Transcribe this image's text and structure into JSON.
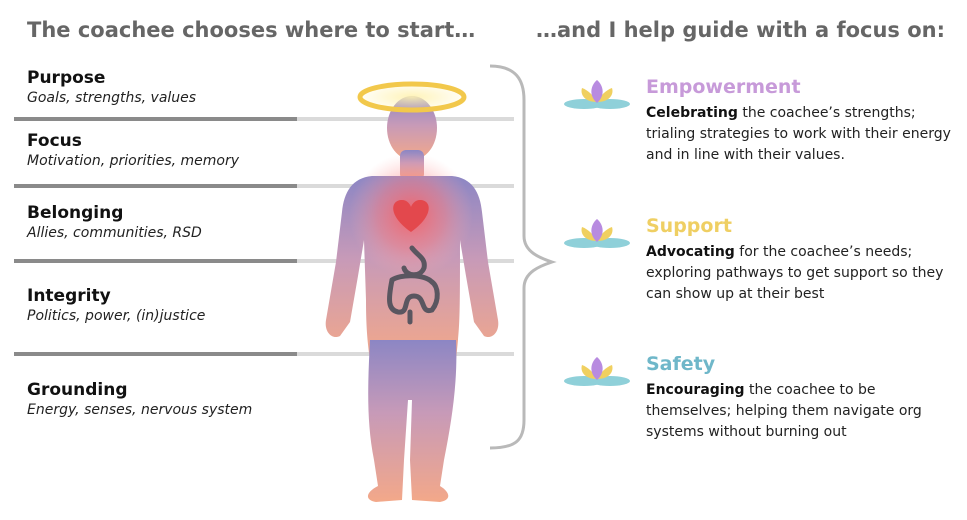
{
  "headings": {
    "left": "The coachee chooses where to start…",
    "right": "…and I help guide with a focus on:"
  },
  "levels": [
    {
      "title": "Purpose",
      "subtitle": "Goals, strengths, values"
    },
    {
      "title": "Focus",
      "subtitle": "Motivation, priorities, memory"
    },
    {
      "title": "Belonging",
      "subtitle": "Allies, communities, RSD"
    },
    {
      "title": "Integrity",
      "subtitle": "Politics, power, (in)justice"
    },
    {
      "title": "Grounding",
      "subtitle": "Energy, senses, nervous system"
    }
  ],
  "focus_areas": [
    {
      "title": "Empowerment",
      "color": "#c79ad9",
      "lead": "Celebrating",
      "rest": " the coachee’s strengths; trialing strategies to work with their energy and in line with their values."
    },
    {
      "title": "Support",
      "color": "#efcf63",
      "lead": "Advocating",
      "rest": " for the coachee’s needs; exploring pathways to get support so they can show up at their best"
    },
    {
      "title": "Safety",
      "color": "#6fb7c9",
      "lead": "Encouraging",
      "rest": " the coachee to be themselves; helping them navigate org systems without burning out"
    }
  ],
  "colors": {
    "heading": "#666666",
    "body_top": "#8c86c4",
    "body_bottom": "#f3a889",
    "halo": "#f2c84b",
    "heart": "#e3484d",
    "gut": "#5a5660"
  }
}
